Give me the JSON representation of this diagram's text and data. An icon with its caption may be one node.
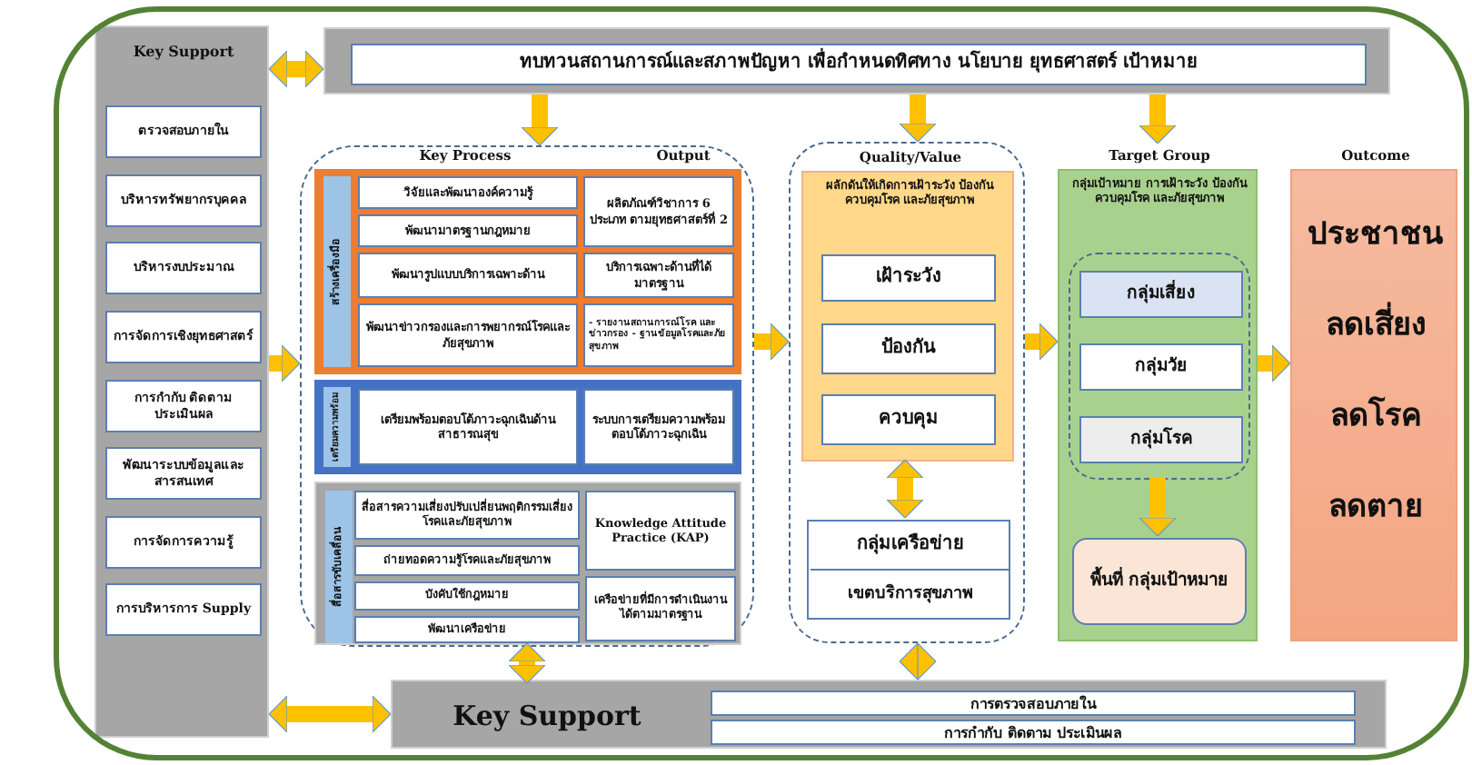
{
  "diagram": {
    "nodes": [
      {
        "text": [
          "Key Support"
        ]
      },
      {
        "text": [
          "ตรวจสอบภายใน"
        ],
        "in": 0
      },
      {
        "text": [
          "บริหารทรัพยากรบุคคล"
        ],
        "in": 0
      },
      {
        "text": [
          "บริหารงบประมาณ"
        ],
        "in": 0
      },
      {
        "text": [
          "การจัดการเชิงยุทธศาสตร์"
        ],
        "in": 0
      },
      {
        "text": [
          "การกำกับ ติดตาม ประเมินผล"
        ],
        "in": 0
      },
      {
        "text": [
          "พัฒนาระบบข้อมูลและสารสนเทศ"
        ],
        "in": 0
      },
      {
        "text": [
          "การจัดการความรู้"
        ],
        "in": 0
      },
      {
        "text": [
          "การบริหารการ Supply"
        ],
        "in": 0
      },
      {
        "text": [
          "ทบทวนสถานการณ์และสภาพปัญหา เพื่อกำหนดทิศทาง นโยบาย ยุทธศาสตร์ เป้าหมาย"
        ]
      },
      {
        "text": [
          "Key Process",
          "Output"
        ]
      },
      {
        "text": [
          "สร้างเครื่องมือ"
        ],
        "in": 10
      },
      {
        "text": [
          "วิจัยและพัฒนาองค์ความรู้"
        ],
        "in": 11
      },
      {
        "text": [
          "พัฒนามาตรฐานกฎหมาย"
        ],
        "in": 11
      },
      {
        "text": [
          "พัฒนารูปแบบบริการเฉพาะด้าน"
        ],
        "in": 11
      },
      {
        "text": [
          "พัฒนาข่าวกรองและการพยากรณ์โรคและภัยสุขภาพ"
        ],
        "in": 11
      },
      {
        "text": [
          "ผลิตภัณฑ์วิชาการ 6 ประเภท ตามยุทธศาสตร์ที่ 2"
        ],
        "in": 11
      },
      {
        "text": [
          "บริการเฉพาะด้านที่ได้มาตรฐาน"
        ],
        "in": 11
      },
      {
        "text": [
          "- รายงานสถานการณ์โรค และข่าวกรอง - ฐานข้อมูลโรคและภัยสุขภาพ"
        ],
        "in": 11
      },
      {
        "text": [
          "เตรียมความพร้อม"
        ],
        "in": 10
      },
      {
        "text": [
          "เตรียมพร้อมตอบโต้ภาวะฉุกเฉินด้านสาธารณสุข"
        ],
        "in": 19
      },
      {
        "text": [
          "ระบบการเตรียมความพร้อมตอบโต้ภาวะฉุกเฉิน"
        ],
        "in": 19
      },
      {
        "text": [
          "สื่อสารขับเคลื่อน"
        ],
        "in": 10
      },
      {
        "text": [
          "สื่อสารความเสี่ยงปรับเปลี่ยนพฤติกรรมเสี่ยงโรคและภัยสุขภาพ"
        ],
        "in": 22
      },
      {
        "text": [
          "ถ่ายทอดความรู้โรคและภัยสุขภาพ"
        ],
        "in": 22
      },
      {
        "text": [
          "บังคับใช้กฎหมาย"
        ],
        "in": 22
      },
      {
        "text": [
          "พัฒนาเครือข่าย"
        ],
        "in": 22
      },
      {
        "text": [
          "Knowledge Attitude Practice (KAP)"
        ],
        "in": 22
      },
      {
        "text": [
          "เครือข่ายที่มีการดำเนินงานได้ตามมาตรฐาน"
        ],
        "in": 22
      },
      {
        "text": [
          "Quality/Value"
        ]
      },
      {
        "text": [
          "ผลักดันให้เกิดการเฝ้าระวัง ป้องกัน ควบคุมโรค และภัยสุขภาพ"
        ],
        "in": 29
      },
      {
        "text": [
          "เฝ้าระวัง"
        ],
        "in": 30
      },
      {
        "text": [
          "ป้องกัน"
        ],
        "in": 30
      },
      {
        "text": [
          "ควบคุม"
        ],
        "in": 30
      },
      {
        "text": [
          "กลุ่มเครือข่าย",
          "เขตบริการสุขภาพ"
        ],
        "in": 29
      },
      {
        "text": [
          "Target Group",
          "กลุ่มเป้าหมาย การเฝ้าระวัง ป้องกัน ควบคุมโรค และภัยสุขภาพ"
        ]
      },
      {
        "text": [],
        "shape": "box",
        "in": 35
      },
      {
        "text": [
          "กลุ่มเสี่ยง"
        ],
        "in": 36
      },
      {
        "text": [
          "กลุ่มวัย"
        ],
        "in": 36
      },
      {
        "text": [
          "กลุ่มโรค"
        ],
        "in": 36
      },
      {
        "text": [
          "พื้นที่ กลุ่มเป้าหมาย"
        ],
        "in": 35
      },
      {
        "text": [
          "Outcome",
          "ประชาชน",
          "ลดเสี่ยง",
          "ลดโรค",
          "ลดตาย"
        ]
      },
      {
        "text": [
          "Key Support"
        ]
      },
      {
        "text": [
          "การตรวจสอบภายใน"
        ],
        "in": 42
      },
      {
        "text": [
          "การกำกับ ติดตาม ประเมินผล"
        ],
        "in": 42
      }
    ],
    "edges": [
      {
        "from": 0,
        "to": 9,
        "arrow": "both"
      },
      {
        "from": 9,
        "to": 10,
        "arrow": "to"
      },
      {
        "from": 9,
        "to": 29,
        "arrow": "to"
      },
      {
        "from": 9,
        "to": 35,
        "arrow": "to"
      },
      {
        "from": 0,
        "to": 10,
        "arrow": "to"
      },
      {
        "from": 10,
        "to": 29,
        "arrow": "to"
      },
      {
        "from": 29,
        "to": 35,
        "arrow": "to"
      },
      {
        "from": 35,
        "to": 41,
        "arrow": "to"
      },
      {
        "from": 30,
        "to": 34,
        "arrow": "both"
      },
      {
        "from": 10,
        "to": 42,
        "arrow": "both"
      },
      {
        "from": 29,
        "to": 42,
        "arrow": "both"
      },
      {
        "from": 0,
        "to": 42,
        "arrow": "both"
      },
      {
        "from": 36,
        "to": 40,
        "arrow": "to"
      }
    ]
  }
}
